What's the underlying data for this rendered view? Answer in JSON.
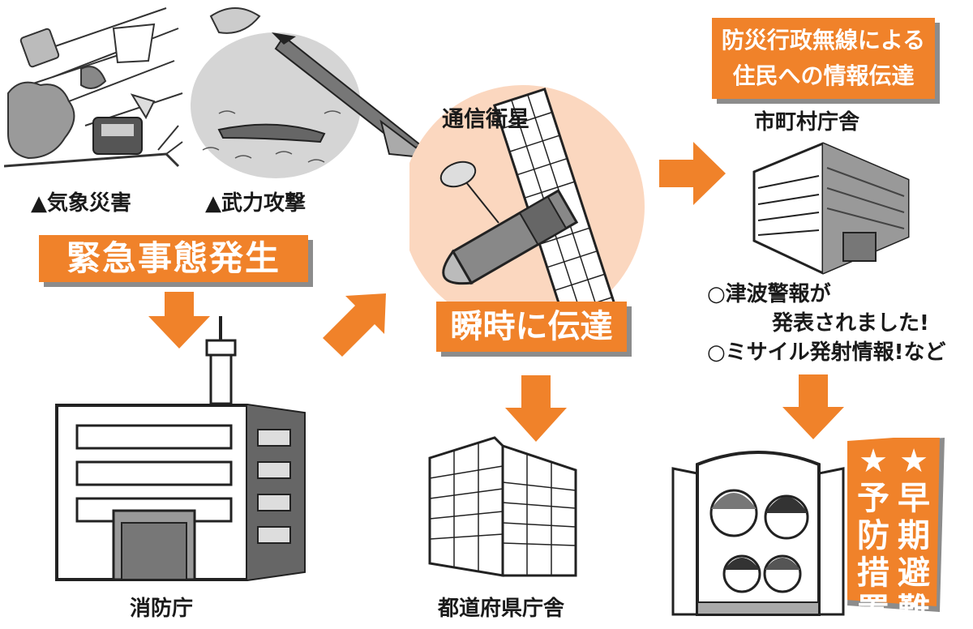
{
  "labels": {
    "weather_disaster": "▲気象災害",
    "armed_attack": "▲武力攻撃",
    "emergency": "緊急事態発生",
    "satellite": "通信衛星",
    "instant": "瞬時に伝達",
    "municipal_radio_line1": "防災行政無線による",
    "municipal_radio_line2": "住民への情報伝達",
    "municipal_office": "市町村庁舎",
    "msg_tsunami_1": "○津波警報が",
    "msg_tsunami_2": "発表されました!",
    "msg_missile": "○ミサイル発射情報!など",
    "fdma": "消防庁",
    "prefecture": "都道府県庁舎",
    "early_evac": [
      "★",
      "早",
      "期",
      "避",
      "難"
    ],
    "prevention": [
      "★",
      "予",
      "防",
      "措",
      "置"
    ]
  },
  "colors": {
    "accent": "#f0822a",
    "shadow": "#8c8c8c",
    "satellite_bg": "#fbd7bf"
  }
}
